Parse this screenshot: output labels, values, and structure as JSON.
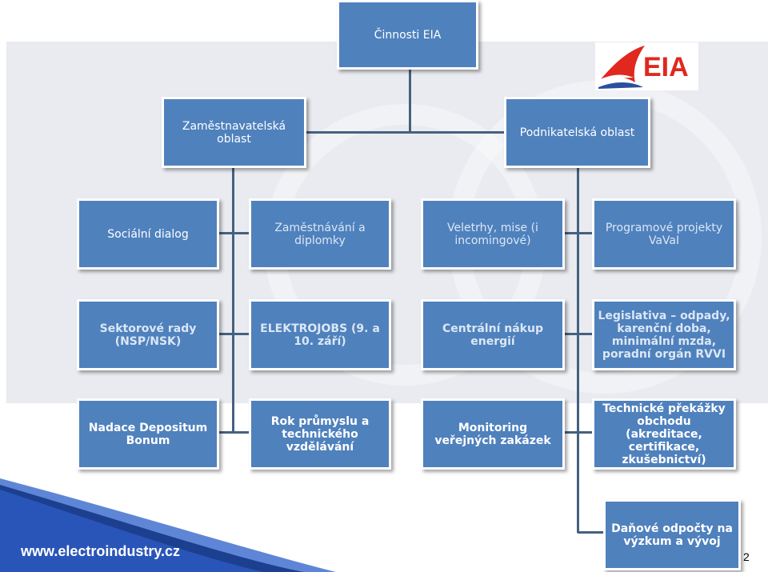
{
  "title": "Činnosti EIA",
  "logo": {
    "text": "EIA",
    "colors": {
      "red": "#e0281e",
      "blue": "#2a4f9c"
    }
  },
  "colors": {
    "box": "#4f81bd",
    "connector": "#46617f",
    "background_panel": "#e9ebf0",
    "footer_wave": "#1c3f8f"
  },
  "level1": {
    "left": "Zaměstnavatelská oblast",
    "right": "Podnikatelská oblast"
  },
  "row1": [
    "Sociální dialog",
    "Zaměstnávání a diplomky",
    "Veletrhy, mise (i incomingové)",
    "Programové projekty VaVaI"
  ],
  "row2": [
    "Sektorové rady (NSP/NSK)",
    "ELEKTROJOBS (9. a 10. září)",
    "Centrální nákup energií",
    "Legislativa – odpady, karenční doba, minimální mzda, poradní orgán RVVI"
  ],
  "row3": [
    "Nadace Depositum Bonum",
    "Rok průmyslu a technického vzdělávání",
    "Monitoring veřejných zakázek",
    "Technické překážky obchodu (akreditace, certifikace, zkušebnictví)"
  ],
  "row4": [
    "Daňové odpočty na výzkum a vývoj"
  ],
  "footer": {
    "url": "www.electroindustry.cz",
    "page_number": "2"
  }
}
